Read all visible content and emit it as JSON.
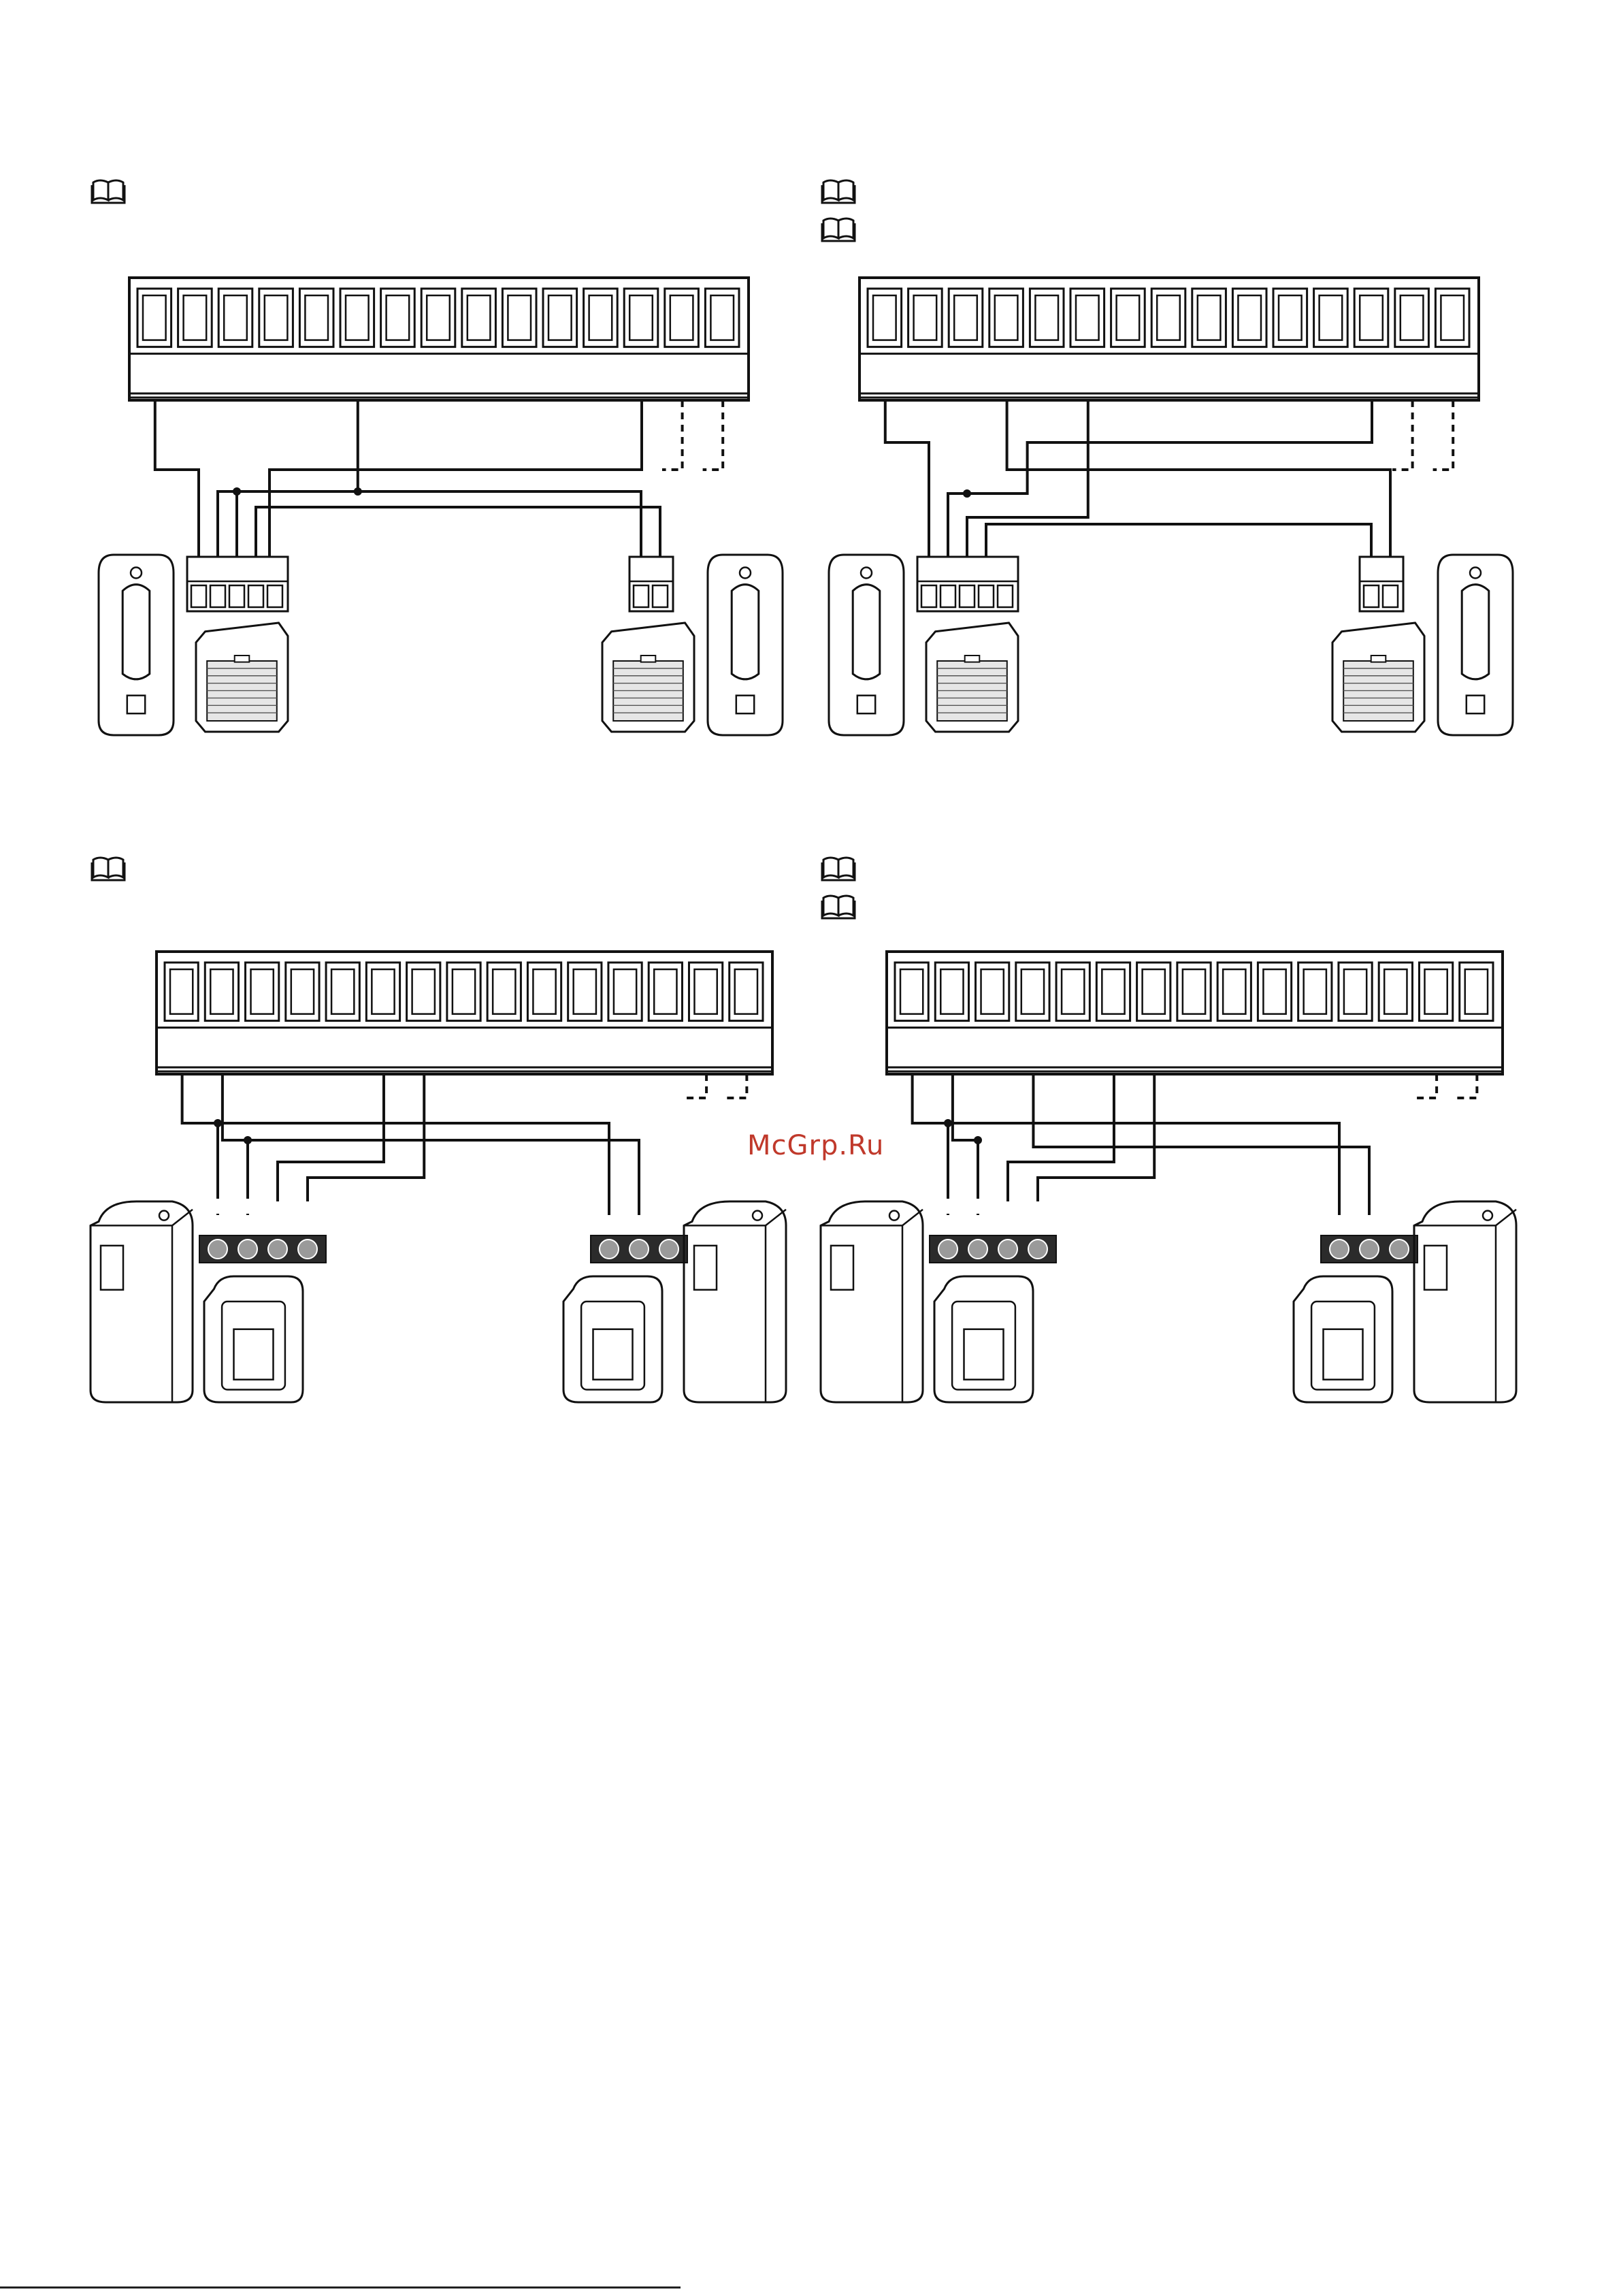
{
  "watermark": {
    "text": "McGrp.Ru",
    "color": "#c0392b"
  },
  "footer": {
    "text": ""
  },
  "colors": {
    "line": "#111111",
    "device_fill": "#ffffff",
    "terminal_dark": "#2b2b2b",
    "dot_fill": "#9a9a9a"
  },
  "diagrams": [
    {
      "id": "top-left",
      "note_icons": [
        "book-icon"
      ],
      "style": "photocell-a",
      "variant": "a"
    },
    {
      "id": "top-right",
      "note_icons": [
        "book-icon",
        "book-icon"
      ],
      "style": "photocell-a",
      "variant": "b"
    },
    {
      "id": "bottom-left",
      "note_icons": [
        "book-icon"
      ],
      "style": "photocell-b",
      "variant": "a"
    },
    {
      "id": "bottom-right",
      "note_icons": [
        "book-icon",
        "book-icon"
      ],
      "style": "photocell-b",
      "variant": "b"
    }
  ]
}
